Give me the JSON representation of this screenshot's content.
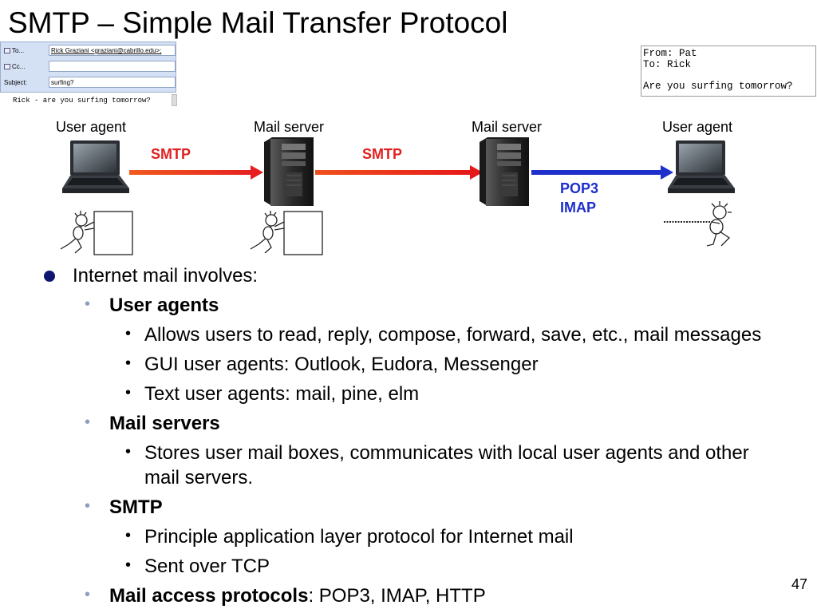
{
  "title": "SMTP – Simple Mail Transfer Protocol",
  "client": {
    "to_label": "To...",
    "to_value": "Rick Graziani <graziani@cabrillo.edu>;",
    "cc_label": "Cc...",
    "cc_value": "",
    "subject_label": "Subject:",
    "subject_value": "surfing?",
    "body": "Rick - are you surfing tomorrow?"
  },
  "message": {
    "from": "From: Pat",
    "to": "To: Rick",
    "body": "Are you surfing tomorrow?"
  },
  "diagram": {
    "nodes": [
      "User agent",
      "Mail server",
      "Mail server",
      "User agent"
    ],
    "protocols": {
      "smtp_1": "SMTP",
      "smtp_2": "SMTP",
      "pop3": "POP3",
      "imap": "IMAP"
    },
    "colors": {
      "smtp_arrow": "#e02020",
      "pop_arrow": "#1e2fcc",
      "bullet_l1": "#0e1670",
      "bullet_l2": "#8f9cc0"
    }
  },
  "bullets": {
    "intro": "Internet mail involves:",
    "user_agents": {
      "heading": "User agents",
      "items": [
        "Allows users to read, reply, compose, forward, save, etc., mail messages",
        "GUI user agents: Outlook, Eudora, Messenger",
        "Text user agents: mail, pine, elm"
      ]
    },
    "mail_servers": {
      "heading": "Mail servers",
      "items": [
        "Stores user mail boxes, communicates with local user agents and other",
        "mail servers."
      ]
    },
    "smtp": {
      "heading": "SMTP",
      "items": [
        "Principle application layer protocol for Internet mail",
        "Sent over TCP"
      ]
    },
    "access": {
      "heading": "Mail access protocols",
      "rest": ": POP3, IMAP, HTTP"
    }
  },
  "page_number": "47"
}
